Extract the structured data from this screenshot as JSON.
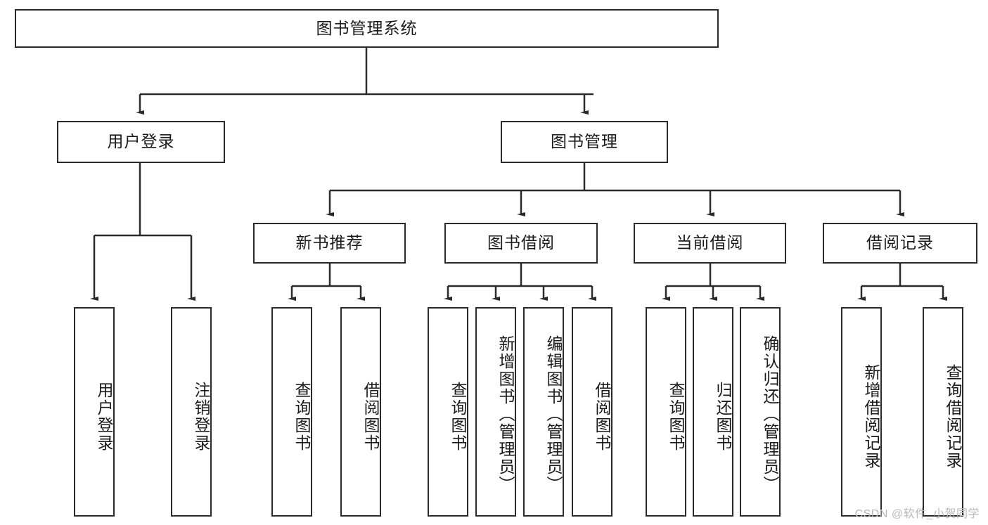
{
  "diagram": {
    "title": "图书管理系统",
    "type": "tree",
    "root": {
      "id": "root",
      "label": "图书管理系统"
    },
    "level1": [
      {
        "id": "user-login",
        "label": "用户登录"
      },
      {
        "id": "book-manage",
        "label": "图书管理"
      }
    ],
    "level2": [
      {
        "id": "new-book-rec",
        "label": "新书推荐",
        "parent": "book-manage"
      },
      {
        "id": "book-borrow",
        "label": "图书借阅",
        "parent": "book-manage"
      },
      {
        "id": "current-borrow",
        "label": "当前借阅",
        "parent": "book-manage"
      },
      {
        "id": "borrow-record",
        "label": "借阅记录",
        "parent": "book-manage"
      }
    ],
    "leaves": [
      {
        "id": "leaf-user-login",
        "label": "用户登录",
        "parent": "user-login"
      },
      {
        "id": "leaf-logout",
        "label": "注销登录",
        "parent": "user-login"
      },
      {
        "id": "leaf-query-book-1",
        "label": "查询图书",
        "parent": "new-book-rec"
      },
      {
        "id": "leaf-borrow-book-1",
        "label": "借阅图书",
        "parent": "new-book-rec"
      },
      {
        "id": "leaf-query-book-2",
        "label": "查询图书",
        "parent": "book-borrow"
      },
      {
        "id": "leaf-add-book",
        "label": "新增图书（管理员）",
        "parent": "book-borrow"
      },
      {
        "id": "leaf-edit-book",
        "label": "编辑图书（管理员）",
        "parent": "book-borrow"
      },
      {
        "id": "leaf-borrow-book-2",
        "label": "借阅图书",
        "parent": "book-borrow"
      },
      {
        "id": "leaf-query-book-3",
        "label": "查询图书",
        "parent": "current-borrow"
      },
      {
        "id": "leaf-return-book",
        "label": "归还图书",
        "parent": "current-borrow"
      },
      {
        "id": "leaf-confirm-return",
        "label": "确认归还（管理员）",
        "parent": "current-borrow"
      },
      {
        "id": "leaf-add-record",
        "label": "新增借阅记录",
        "parent": "borrow-record"
      },
      {
        "id": "leaf-query-record",
        "label": "查询借阅记录",
        "parent": "borrow-record"
      }
    ]
  },
  "watermark": {
    "text": "CSDN @软件_小贺同学"
  },
  "colors": {
    "stroke": "#2b2b2b",
    "background": "#ffffff",
    "text": "#1a1a1a",
    "watermark": "#b9b9b9"
  }
}
